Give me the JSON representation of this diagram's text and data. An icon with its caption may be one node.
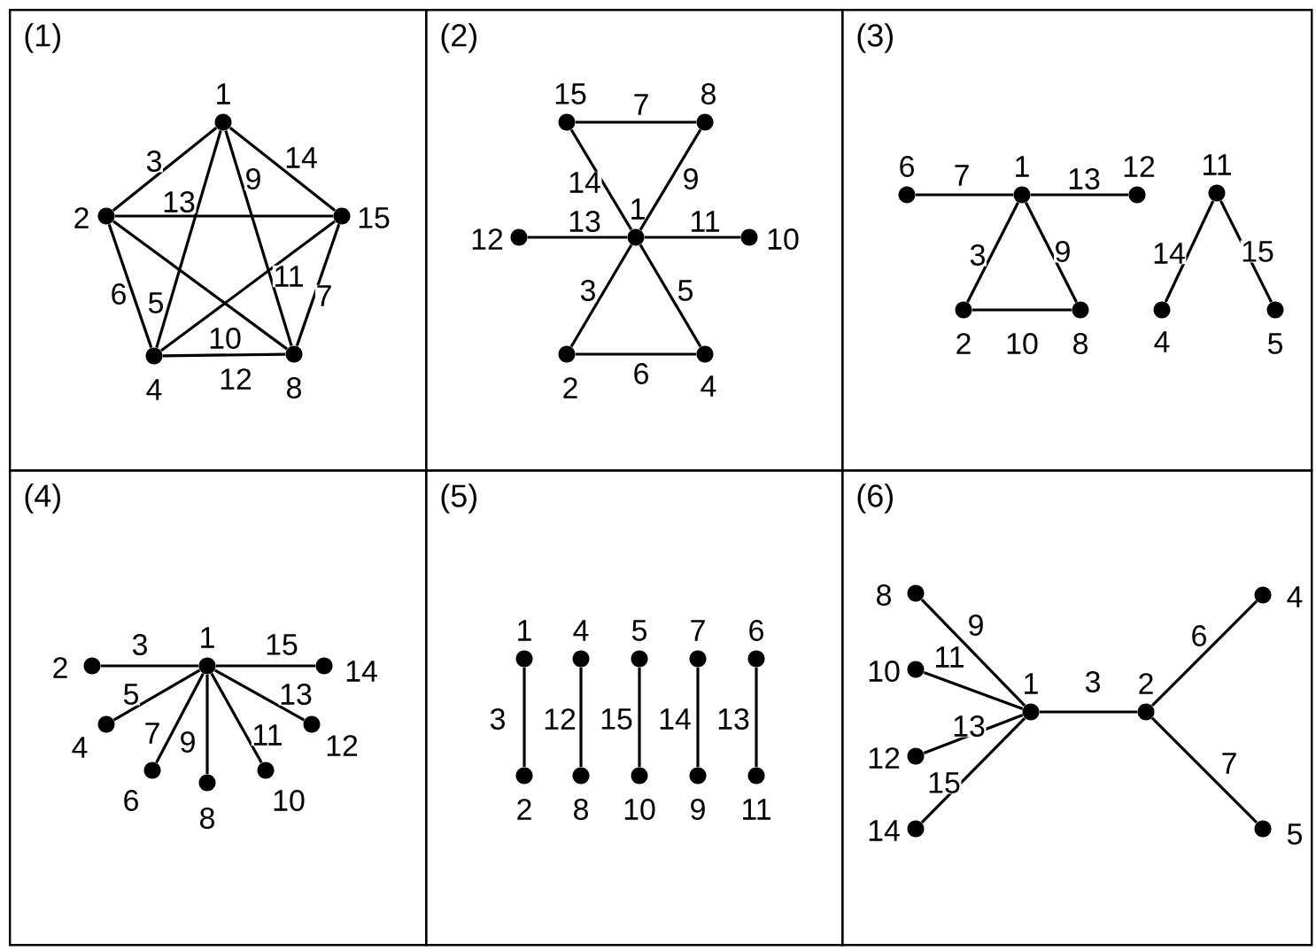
{
  "diagram": {
    "nodes": [
      {
        "text": [
          "(1)"
        ]
      },
      {
        "text": [
          "(2)"
        ]
      },
      {
        "text": [
          "(3)"
        ]
      },
      {
        "text": [
          "(4)"
        ]
      },
      {
        "text": [
          "(5)"
        ]
      },
      {
        "text": [
          "(6)"
        ]
      },
      {
        "text": [],
        "shape": "circle",
        "in": 0,
        "beside": [
          "1"
        ]
      },
      {
        "text": [],
        "shape": "circle",
        "in": 0,
        "beside": [
          "2"
        ]
      },
      {
        "text": [],
        "shape": "circle",
        "in": 0,
        "beside": [
          "15"
        ]
      },
      {
        "text": [],
        "shape": "circle",
        "in": 0,
        "beside": [
          "4"
        ]
      },
      {
        "text": [],
        "shape": "circle",
        "in": 0,
        "beside": [
          "8"
        ]
      },
      {
        "text": [],
        "shape": "circle",
        "in": 1,
        "beside": [
          "15"
        ]
      },
      {
        "text": [],
        "shape": "circle",
        "in": 1,
        "beside": [
          "8"
        ]
      },
      {
        "text": [],
        "shape": "circle",
        "in": 1,
        "beside": [
          "12"
        ]
      },
      {
        "text": [],
        "shape": "circle",
        "in": 1,
        "beside": [
          "1"
        ]
      },
      {
        "text": [],
        "shape": "circle",
        "in": 1,
        "beside": [
          "10"
        ]
      },
      {
        "text": [],
        "shape": "circle",
        "in": 1,
        "beside": [
          "2"
        ]
      },
      {
        "text": [],
        "shape": "circle",
        "in": 1,
        "beside": [
          "4"
        ]
      },
      {
        "text": [],
        "shape": "circle",
        "in": 2,
        "beside": [
          "6"
        ]
      },
      {
        "text": [],
        "shape": "circle",
        "in": 2,
        "beside": [
          "1"
        ]
      },
      {
        "text": [],
        "shape": "circle",
        "in": 2,
        "beside": [
          "12"
        ]
      },
      {
        "text": [],
        "shape": "circle",
        "in": 2,
        "beside": [
          "11"
        ]
      },
      {
        "text": [],
        "shape": "circle",
        "in": 2,
        "beside": [
          "2"
        ]
      },
      {
        "text": [],
        "shape": "circle",
        "in": 2,
        "beside": [
          "8"
        ]
      },
      {
        "text": [],
        "shape": "circle",
        "in": 2,
        "beside": [
          "4"
        ]
      },
      {
        "text": [],
        "shape": "circle",
        "in": 2,
        "beside": [
          "5"
        ]
      },
      {
        "text": [],
        "shape": "circle",
        "in": 3,
        "beside": [
          "1"
        ]
      },
      {
        "text": [],
        "shape": "circle",
        "in": 3,
        "beside": [
          "2"
        ]
      },
      {
        "text": [],
        "shape": "circle",
        "in": 3,
        "beside": [
          "14"
        ]
      },
      {
        "text": [],
        "shape": "circle",
        "in": 3,
        "beside": [
          "4"
        ]
      },
      {
        "text": [],
        "shape": "circle",
        "in": 3,
        "beside": [
          "12"
        ]
      },
      {
        "text": [],
        "shape": "circle",
        "in": 3,
        "beside": [
          "6"
        ]
      },
      {
        "text": [],
        "shape": "circle",
        "in": 3,
        "beside": [
          "10"
        ]
      },
      {
        "text": [],
        "shape": "circle",
        "in": 3,
        "beside": [
          "8"
        ]
      },
      {
        "text": [],
        "shape": "circle",
        "in": 4,
        "beside": [
          "1"
        ]
      },
      {
        "text": [],
        "shape": "circle",
        "in": 4,
        "beside": [
          "4"
        ]
      },
      {
        "text": [],
        "shape": "circle",
        "in": 4,
        "beside": [
          "5"
        ]
      },
      {
        "text": [],
        "shape": "circle",
        "in": 4,
        "beside": [
          "7"
        ]
      },
      {
        "text": [],
        "shape": "circle",
        "in": 4,
        "beside": [
          "6"
        ]
      },
      {
        "text": [],
        "shape": "circle",
        "in": 4,
        "beside": [
          "2"
        ]
      },
      {
        "text": [],
        "shape": "circle",
        "in": 4,
        "beside": [
          "8"
        ]
      },
      {
        "text": [],
        "shape": "circle",
        "in": 4,
        "beside": [
          "10"
        ]
      },
      {
        "text": [],
        "shape": "circle",
        "in": 4,
        "beside": [
          "9"
        ]
      },
      {
        "text": [],
        "shape": "circle",
        "in": 4,
        "beside": [
          "11"
        ]
      },
      {
        "text": [],
        "shape": "circle",
        "in": 5,
        "beside": [
          "8"
        ]
      },
      {
        "text": [],
        "shape": "circle",
        "in": 5,
        "beside": [
          "10"
        ]
      },
      {
        "text": [],
        "shape": "circle",
        "in": 5,
        "beside": [
          "1"
        ]
      },
      {
        "text": [],
        "shape": "circle",
        "in": 5,
        "beside": [
          "2"
        ]
      },
      {
        "text": [],
        "shape": "circle",
        "in": 5,
        "beside": [
          "4"
        ]
      },
      {
        "text": [],
        "shape": "circle",
        "in": 5,
        "beside": [
          "12"
        ]
      },
      {
        "text": [],
        "shape": "circle",
        "in": 5,
        "beside": [
          "14"
        ]
      },
      {
        "text": [],
        "shape": "circle",
        "in": 5,
        "beside": [
          "5"
        ]
      }
    ],
    "edges": [
      {
        "from": 6,
        "to": 7,
        "arrow": "none",
        "label": "3"
      },
      {
        "from": 6,
        "to": 8,
        "arrow": "none",
        "label": "14"
      },
      {
        "from": 7,
        "to": 8,
        "arrow": "none",
        "label": "13"
      },
      {
        "from": 6,
        "to": 9,
        "arrow": "none",
        "label": "5"
      },
      {
        "from": 6,
        "to": 10,
        "arrow": "none",
        "label": "9"
      },
      {
        "from": 7,
        "to": 9,
        "arrow": "none",
        "label": "6"
      },
      {
        "from": 7,
        "to": 10,
        "arrow": "none",
        "label": "10"
      },
      {
        "from": 9,
        "to": 8,
        "arrow": "none",
        "label": "11"
      },
      {
        "from": 8,
        "to": 10,
        "arrow": "none",
        "label": "7"
      },
      {
        "from": 9,
        "to": 10,
        "arrow": "none",
        "label": "12"
      },
      {
        "from": 11,
        "to": 12,
        "arrow": "none",
        "label": "7"
      },
      {
        "from": 11,
        "to": 14,
        "arrow": "none",
        "label": "14"
      },
      {
        "from": 12,
        "to": 14,
        "arrow": "none",
        "label": "9"
      },
      {
        "from": 13,
        "to": 14,
        "arrow": "none",
        "label": "13"
      },
      {
        "from": 14,
        "to": 15,
        "arrow": "none",
        "label": "11"
      },
      {
        "from": 14,
        "to": 16,
        "arrow": "none",
        "label": "3"
      },
      {
        "from": 14,
        "to": 17,
        "arrow": "none",
        "label": "5"
      },
      {
        "from": 16,
        "to": 17,
        "arrow": "none",
        "label": "6"
      },
      {
        "from": 18,
        "to": 19,
        "arrow": "none",
        "label": "7"
      },
      {
        "from": 19,
        "to": 20,
        "arrow": "none",
        "label": "13"
      },
      {
        "from": 19,
        "to": 22,
        "arrow": "none",
        "label": "3"
      },
      {
        "from": 19,
        "to": 23,
        "arrow": "none",
        "label": "9"
      },
      {
        "from": 22,
        "to": 23,
        "arrow": "none",
        "label": "10"
      },
      {
        "from": 21,
        "to": 24,
        "arrow": "none",
        "label": "14"
      },
      {
        "from": 21,
        "to": 25,
        "arrow": "none",
        "label": "15"
      },
      {
        "from": 27,
        "to": 26,
        "arrow": "none",
        "label": "3"
      },
      {
        "from": 26,
        "to": 28,
        "arrow": "none",
        "label": "15"
      },
      {
        "from": 26,
        "to": 29,
        "arrow": "none",
        "label": "5"
      },
      {
        "from": 26,
        "to": 30,
        "arrow": "none",
        "label": "13"
      },
      {
        "from": 26,
        "to": 31,
        "arrow": "none",
        "label": "7"
      },
      {
        "from": 26,
        "to": 33,
        "arrow": "none",
        "label": "9"
      },
      {
        "from": 26,
        "to": 32,
        "arrow": "none",
        "label": "11"
      },
      {
        "from": 34,
        "to": 39,
        "arrow": "none",
        "label": "3"
      },
      {
        "from": 35,
        "to": 40,
        "arrow": "none",
        "label": "12"
      },
      {
        "from": 36,
        "to": 41,
        "arrow": "none",
        "label": "15"
      },
      {
        "from": 37,
        "to": 42,
        "arrow": "none",
        "label": "14"
      },
      {
        "from": 38,
        "to": 43,
        "arrow": "none",
        "label": "13"
      },
      {
        "from": 44,
        "to": 46,
        "arrow": "none",
        "label": "9"
      },
      {
        "from": 45,
        "to": 46,
        "arrow": "none",
        "label": "11"
      },
      {
        "from": 49,
        "to": 46,
        "arrow": "none",
        "label": "13"
      },
      {
        "from": 50,
        "to": 46,
        "arrow": "none",
        "label": "15"
      },
      {
        "from": 46,
        "to": 47,
        "arrow": "none",
        "label": "3"
      },
      {
        "from": 47,
        "to": 48,
        "arrow": "none",
        "label": "6"
      },
      {
        "from": 47,
        "to": 51,
        "arrow": "none",
        "label": "7"
      }
    ]
  }
}
